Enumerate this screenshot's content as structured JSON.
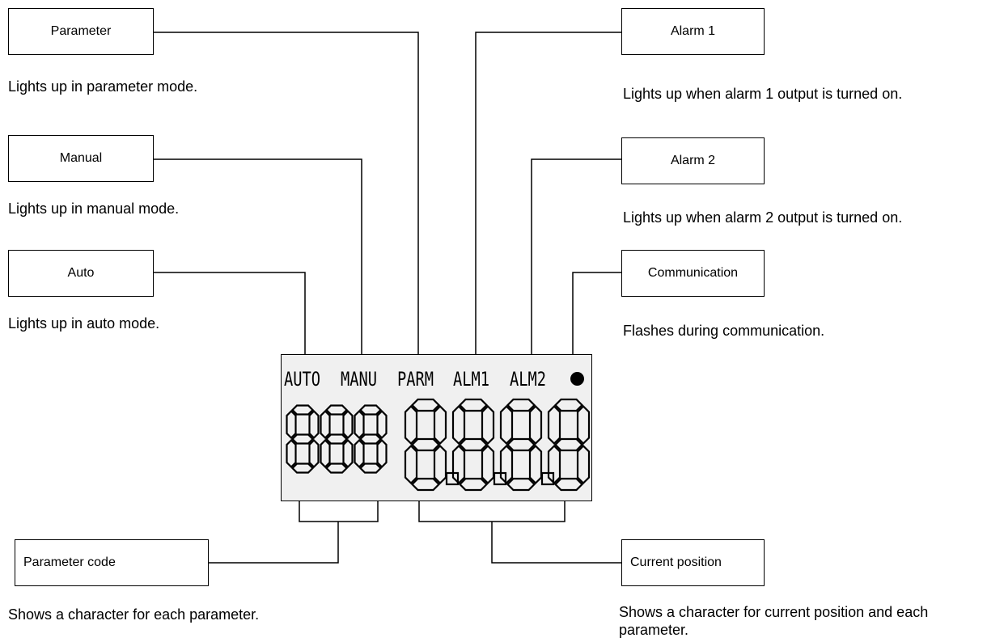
{
  "callouts": {
    "parameter": {
      "label": "Parameter",
      "description": "Lights up in parameter mode."
    },
    "manual": {
      "label": "Manual",
      "description": "Lights up in manual mode."
    },
    "auto": {
      "label": "Auto",
      "description": "Lights up in auto mode."
    },
    "alarm1": {
      "label": "Alarm 1",
      "description": "Lights up when alarm 1 output is turned on."
    },
    "alarm2": {
      "label": "Alarm 2",
      "description": "Lights up when alarm 2 output is turned on."
    },
    "communication": {
      "label": "Communication",
      "description": "Flashes during communication."
    },
    "parameter_code": {
      "label": "Parameter code",
      "description": "Shows a character for each parameter."
    },
    "current_position": {
      "label": "Current position",
      "description": "Shows a character for current position and each parameter."
    }
  },
  "display": {
    "indicators": {
      "auto": "AUTO",
      "manual": "MANU",
      "parameter": "PARM",
      "alarm1": "ALM1",
      "alarm2": "ALM2"
    },
    "parameter_code_digits": "888",
    "current_position_digits": "8.8.8.8"
  },
  "colors": {
    "display_background": "#f0f0f0",
    "line": "#000000"
  }
}
